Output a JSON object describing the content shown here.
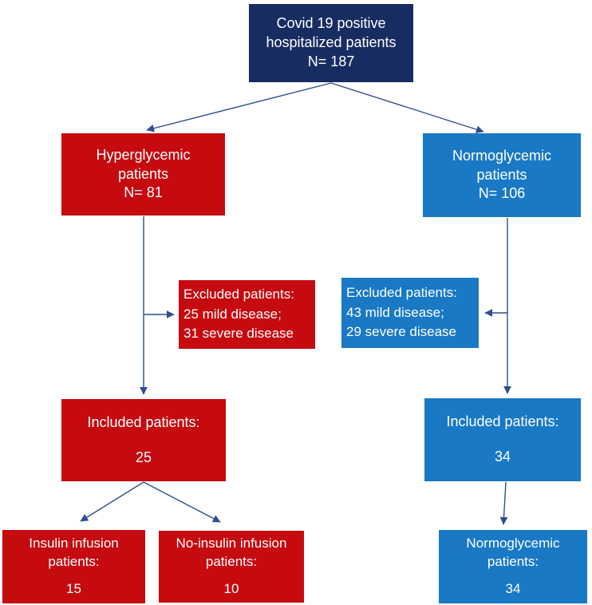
{
  "title": "Covid-19 patient enrollment flowchart",
  "colors": {
    "navy": "#172c61",
    "red": "#c50b10",
    "blue": "#1979c4",
    "arrow": "#2f4d8f"
  },
  "nodes": {
    "covid_total": {
      "text": "Covid 19 positive\nhospitalized patients\nN= 187",
      "n": 187
    },
    "hyperglycemic": {
      "text": "Hyperglycemic\npatients\nN= 81",
      "n": 81
    },
    "normoglycemic": {
      "text": "Normoglycemic\npatients\nN= 106",
      "n": 106
    },
    "excluded_hyper": {
      "text": "Excluded patients:\n25 mild disease;\n31 severe disease",
      "mild": 25,
      "severe": 31
    },
    "excluded_normo": {
      "text": "Excluded patients:\n43 mild disease;\n29 severe disease",
      "mild": 43,
      "severe": 29
    },
    "included_hyper": {
      "label": "Included patients:",
      "value": "25"
    },
    "included_normo": {
      "label": "Included patients:",
      "value": "34"
    },
    "insulin_infusion": {
      "label": "Insulin infusion\npatients:",
      "value": "15"
    },
    "no_insulin_infusion": {
      "label": "No-insulin infusion\npatients:",
      "value": "10"
    },
    "normoglycemic_final": {
      "label": "Normoglycemic\npatients:",
      "value": "34"
    }
  }
}
